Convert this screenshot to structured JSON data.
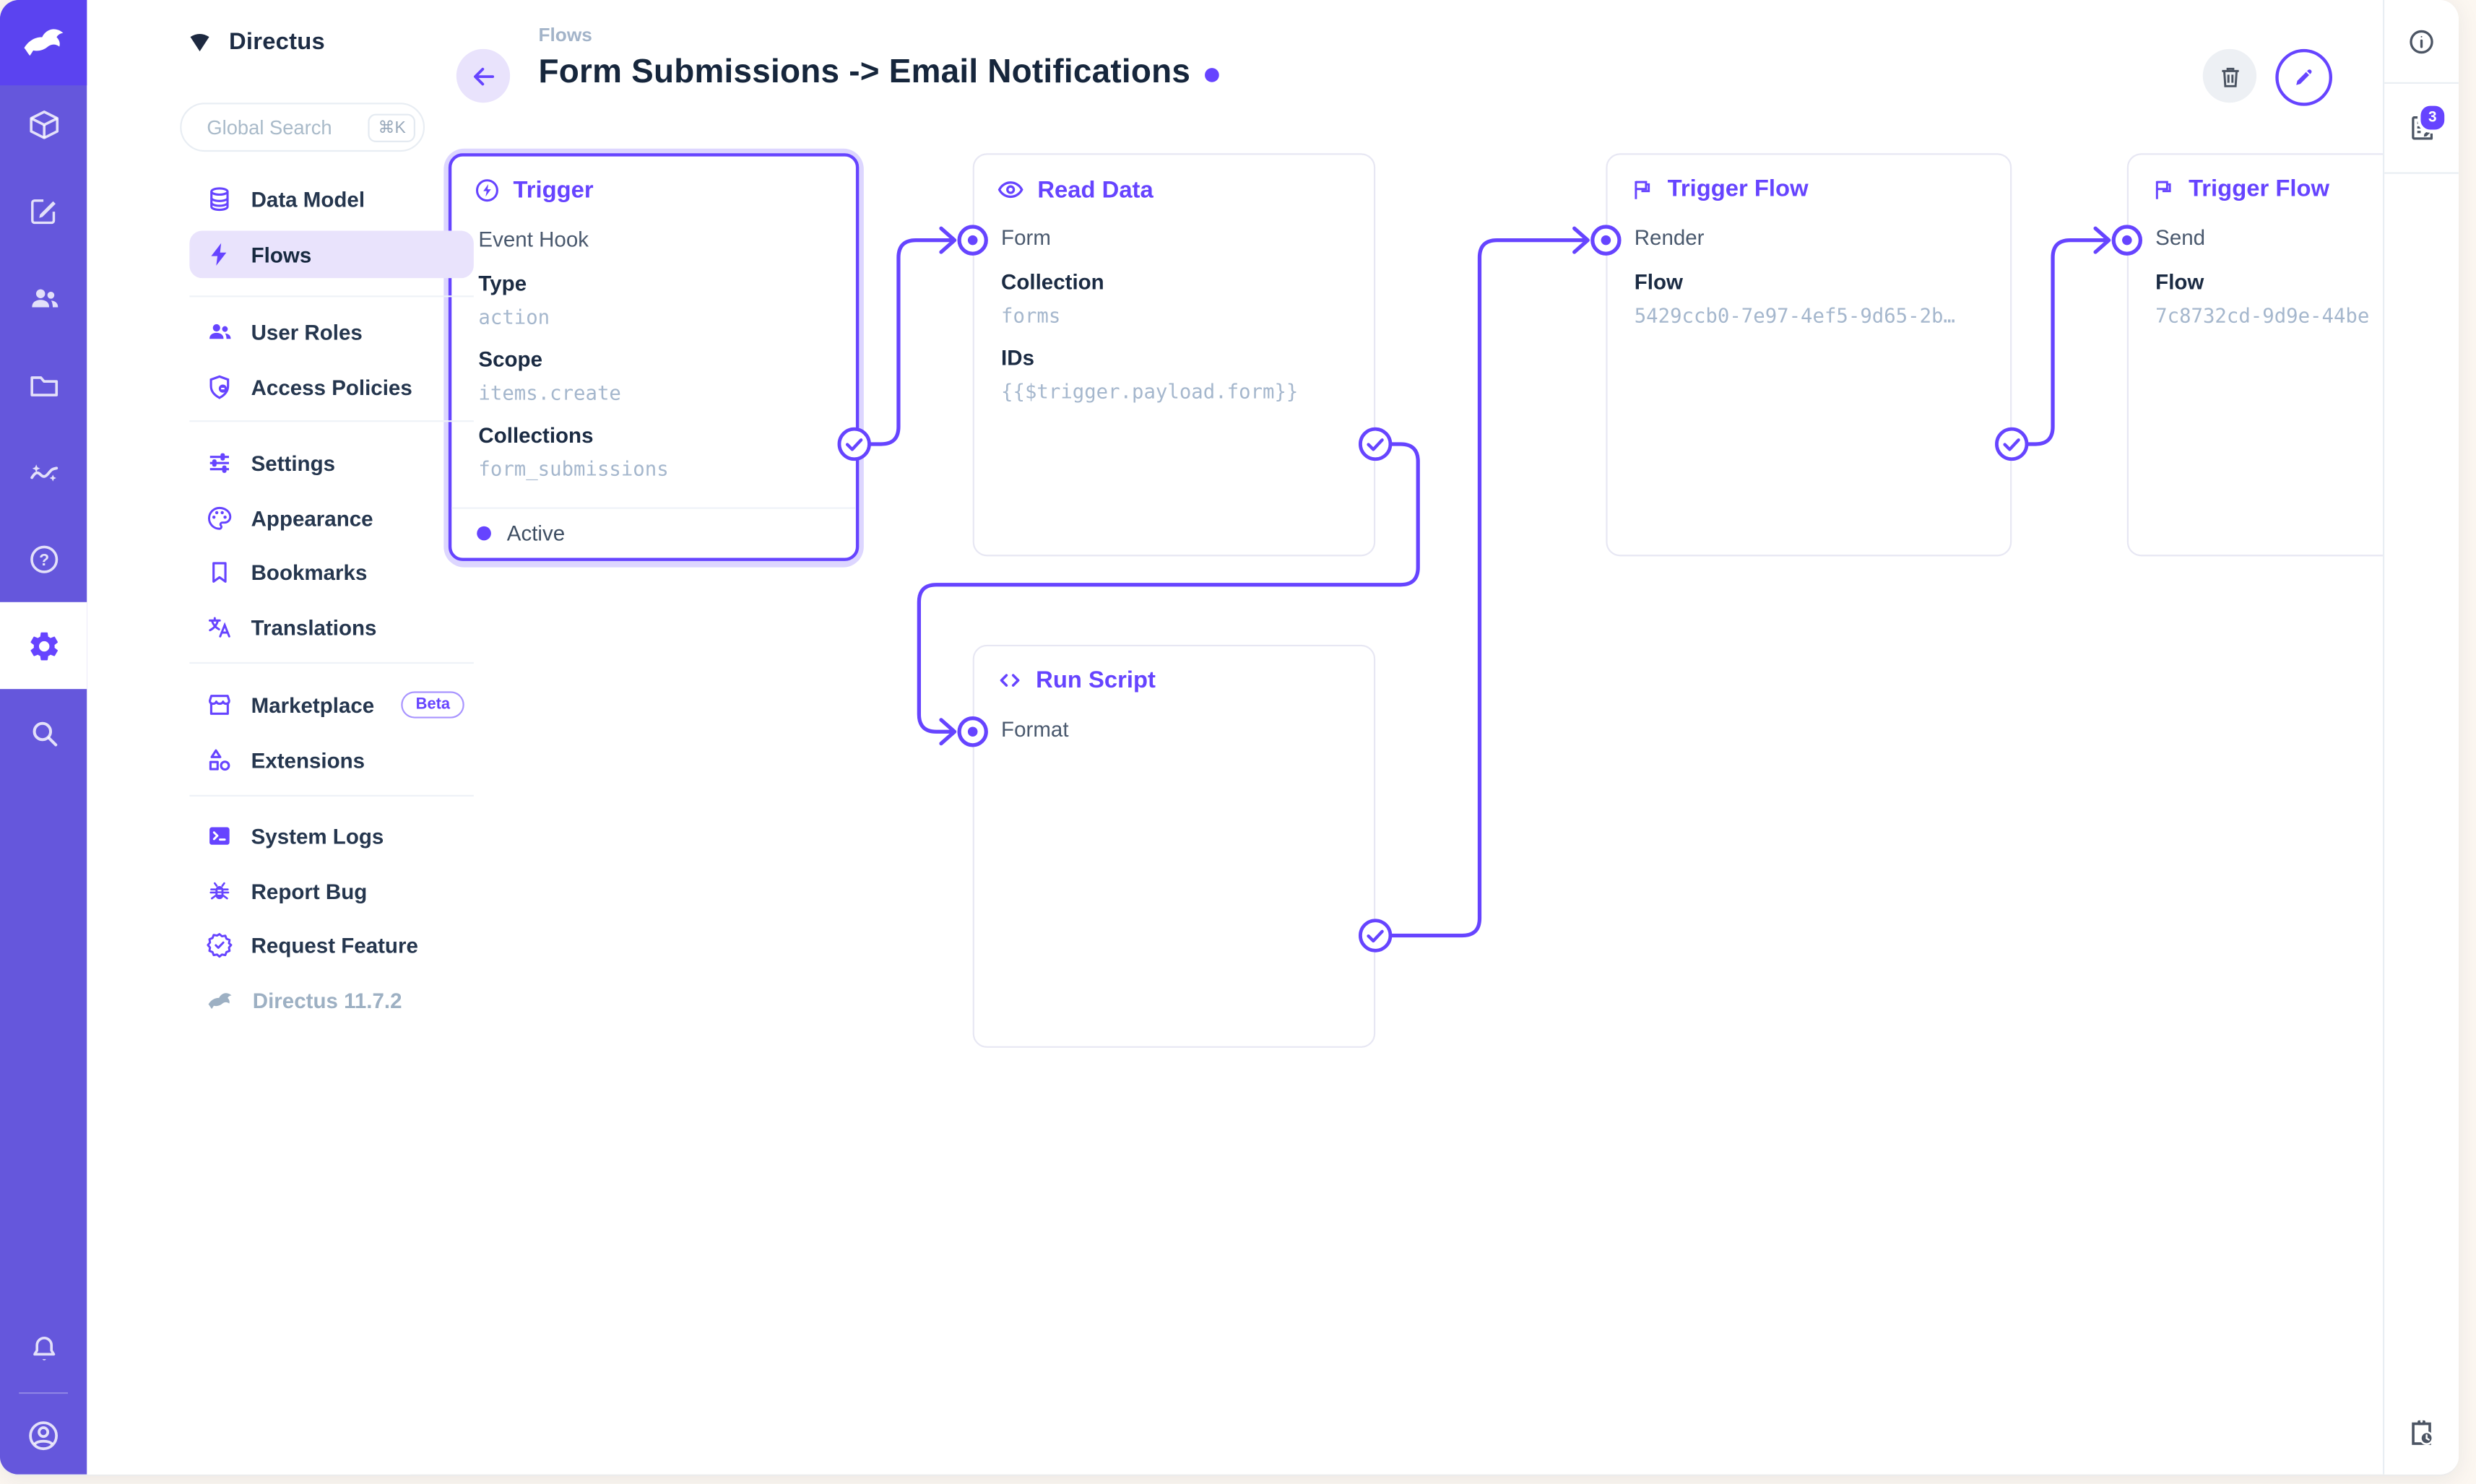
{
  "colors": {
    "brand": "#6644ff",
    "module_bar": "#6557dc",
    "logo_tile": "#5b43f0",
    "ink": "#16263c",
    "mono_value": "#a5b7cd",
    "canvas_halo": "rgba(102,68,255,.22)"
  },
  "sidebar": {
    "brand": "Directus",
    "search_placeholder": "Global Search",
    "search_shortcut": "⌘K",
    "items": [
      {
        "label": "Data Model"
      },
      {
        "label": "Flows"
      },
      {
        "label": "User Roles"
      },
      {
        "label": "Access Policies"
      },
      {
        "label": "Settings"
      },
      {
        "label": "Appearance"
      },
      {
        "label": "Bookmarks"
      },
      {
        "label": "Translations"
      },
      {
        "label": "Marketplace",
        "badge": "Beta"
      },
      {
        "label": "Extensions"
      },
      {
        "label": "System Logs"
      },
      {
        "label": "Report Bug"
      },
      {
        "label": "Request Feature"
      }
    ],
    "version": "Directus 11.7.2"
  },
  "header": {
    "breadcrumb": "Flows",
    "title": "Form Submissions -> Email Notifications"
  },
  "rail": {
    "log_badge": "3"
  },
  "flow": {
    "trigger": {
      "title": "Trigger",
      "kind": "Event Hook",
      "fields": [
        {
          "label": "Type",
          "value": "action"
        },
        {
          "label": "Scope",
          "value": "items.create"
        },
        {
          "label": "Collections",
          "value": "form_submissions"
        }
      ],
      "status": "Active"
    },
    "read_data": {
      "title": "Read Data",
      "input": "Form",
      "fields": [
        {
          "label": "Collection",
          "value": "forms"
        },
        {
          "label": "IDs",
          "value": "{{$trigger.payload.form}}"
        }
      ]
    },
    "trigger_flow_render": {
      "title": "Trigger Flow",
      "input": "Render",
      "fields": [
        {
          "label": "Flow",
          "value": "5429ccb0-7e97-4ef5-9d65-2b…"
        }
      ]
    },
    "run_script": {
      "title": "Run Script",
      "input": "Format"
    },
    "trigger_flow_send": {
      "title": "Trigger Flow",
      "input": "Send",
      "fields": [
        {
          "label": "Flow",
          "value": "7c8732cd-9d9e-44be"
        }
      ]
    }
  }
}
